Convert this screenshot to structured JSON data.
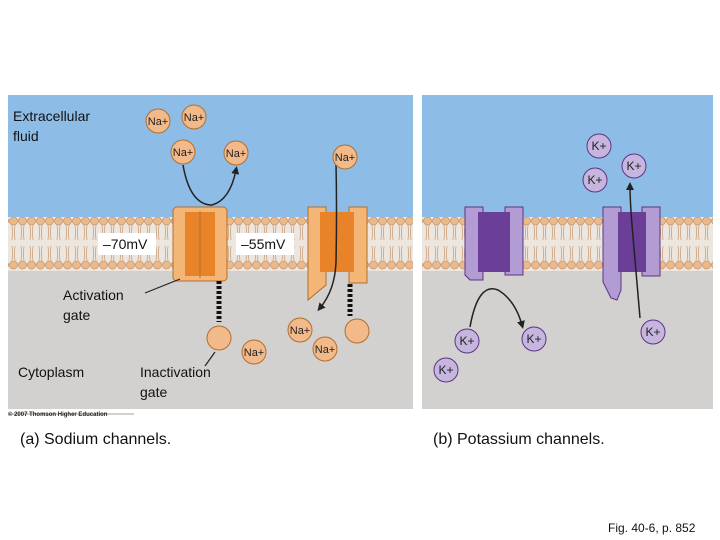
{
  "labels": {
    "extracellular": "Extracellular\nfluid",
    "activation_gate": "Activation\ngate",
    "cytoplasm": "Cytoplasm",
    "inactivation_gate": "Inactivation\ngate",
    "voltage_a1": "–70mV",
    "voltage_a2": "–55mV",
    "copyright": "© 2007 Thomson Higher Education"
  },
  "captions": {
    "sodium": "(a) Sodium channels.",
    "potassium": "(b) Potassium channels.",
    "figure_ref": "Fig. 40-6, p. 852"
  },
  "ions": [
    {
      "symbol": "Na+",
      "kind": "sodium"
    },
    {
      "symbol": "Na+",
      "kind": "sodium"
    },
    {
      "symbol": "Na+",
      "kind": "sodium"
    },
    {
      "symbol": "Na+",
      "kind": "sodium"
    },
    {
      "symbol": "Na+",
      "kind": "sodium"
    },
    {
      "symbol": "Na+",
      "kind": "sodium"
    },
    {
      "symbol": "Na+",
      "kind": "sodium"
    },
    {
      "symbol": "Na+",
      "kind": "sodium"
    },
    {
      "symbol": "K+",
      "kind": "potassium"
    },
    {
      "symbol": "K+",
      "kind": "potassium"
    },
    {
      "symbol": "K+",
      "kind": "potassium"
    },
    {
      "symbol": "K+",
      "kind": "potassium"
    },
    {
      "symbol": "K+",
      "kind": "potassium"
    },
    {
      "symbol": "K+",
      "kind": "potassium"
    },
    {
      "symbol": "K+",
      "kind": "potassium"
    }
  ],
  "colors": {
    "extracellular": "#8dbde6",
    "cytoplasm": "#d3d0d0",
    "membrane_head": "#ecb98a",
    "sodium_channel": "#e8832a",
    "sodium_channel_light": "#f3b677",
    "sodium_ion": "#f2b98a",
    "potassium_channel": "#6b3f97",
    "potassium_channel_light": "#b39bd3",
    "potassium_ion": "#c6b6df"
  }
}
